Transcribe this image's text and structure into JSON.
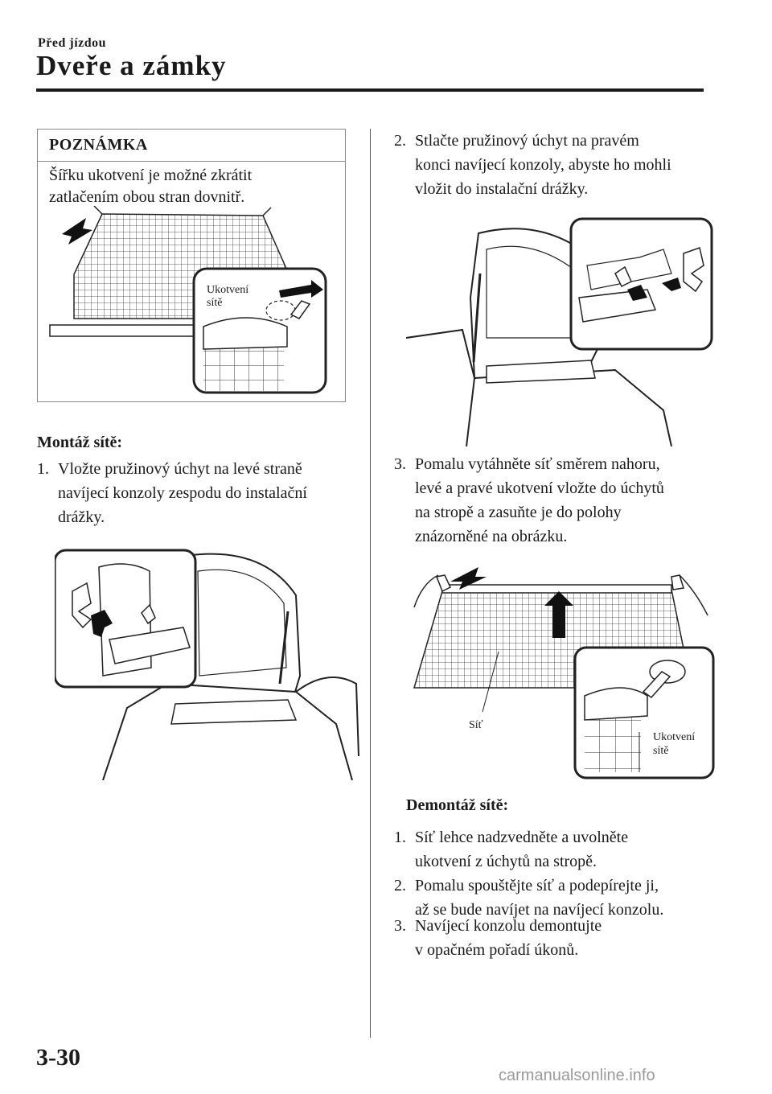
{
  "header": {
    "section": "Před jízdou",
    "title": "Dveře a zámky"
  },
  "note": {
    "title": "POZNÁMKA",
    "line1": "Šířku ukotvení je možné zkrátit",
    "line2": "zatlačením obou stran dovnitř.",
    "label1": "Ukotvení",
    "label2": "sítě"
  },
  "install": {
    "heading": "Montáž sítě:",
    "steps": [
      {
        "num": "1.",
        "lines": [
          "Vložte pružinový úchyt na levé straně",
          "navíjecí konzoly zespodu do instalační",
          "drážky."
        ]
      },
      {
        "num": "2.",
        "lines": [
          "Stlačte pružinový úchyt na pravém",
          "konci navíjecí konzoly, abyste ho mohli",
          "vložit do instalační drážky."
        ]
      },
      {
        "num": "3.",
        "lines": [
          "Pomalu vytáhněte síť směrem nahoru,",
          "levé a pravé ukotvení vložte do úchytů",
          "na stropě a zasuňte je do polohy",
          "znázorněné na obrázku."
        ]
      }
    ],
    "fig3_net_label": "Síť",
    "fig3_anchor1": "Ukotvení",
    "fig3_anchor2": "sítě"
  },
  "removal": {
    "heading": "Demontáž sítě:",
    "steps": [
      {
        "num": "1.",
        "lines": [
          "Síť lehce nadzvedněte a uvolněte",
          "ukotvení z úchytů na stropě."
        ]
      },
      {
        "num": "2.",
        "lines": [
          "Pomalu spouštějte síť a podepírejte ji,",
          "až se bude navíjet na navíjecí konzolu."
        ]
      },
      {
        "num": "3.",
        "lines": [
          "Navíjecí konzolu demontujte",
          "v opačném pořadí úkonů."
        ]
      }
    ]
  },
  "footer": {
    "page_number": "3-30",
    "watermark": "carmanualsonline.info"
  }
}
